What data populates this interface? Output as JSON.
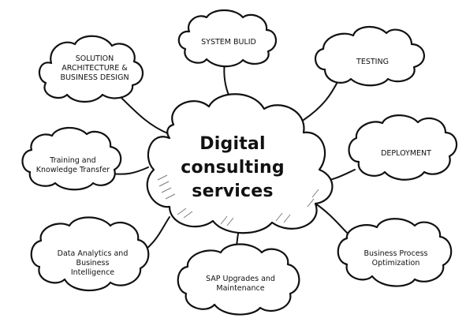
{
  "center": {
    "line1": "Digital consulting",
    "line2": "services"
  },
  "nodes": [
    {
      "id": "solution",
      "lines": [
        "SOLUTION",
        "ARCHITECTURE &",
        "BUSINESS DESIGN"
      ]
    },
    {
      "id": "system",
      "lines": [
        "SYSTEM BULID"
      ]
    },
    {
      "id": "testing",
      "lines": [
        "TESTING"
      ]
    },
    {
      "id": "training",
      "lines": [
        "Training and",
        "Knowledge Transfer"
      ]
    },
    {
      "id": "deployment",
      "lines": [
        "DEPLOYMENT"
      ]
    },
    {
      "id": "analytics",
      "lines": [
        "Data Analytics and",
        "Business",
        "Intelligence"
      ]
    },
    {
      "id": "sap",
      "lines": [
        "SAP Upgrades and",
        "Maintenance"
      ]
    },
    {
      "id": "bpo",
      "lines": [
        "Business Process",
        "Optimization"
      ]
    }
  ],
  "colors": {
    "stroke": "#111111",
    "fill": "#ffffff",
    "text": "#111111"
  }
}
